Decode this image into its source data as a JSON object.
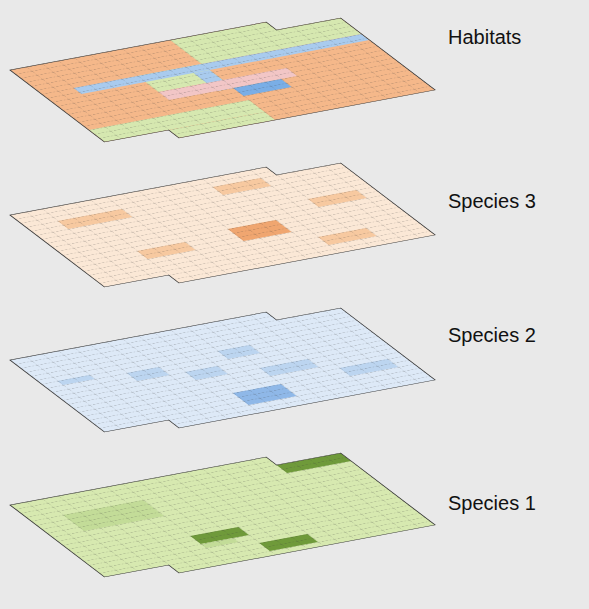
{
  "diagram": {
    "labels": [
      "Habitats",
      "Species 3",
      "Species 2",
      "Species 1"
    ]
  }
}
